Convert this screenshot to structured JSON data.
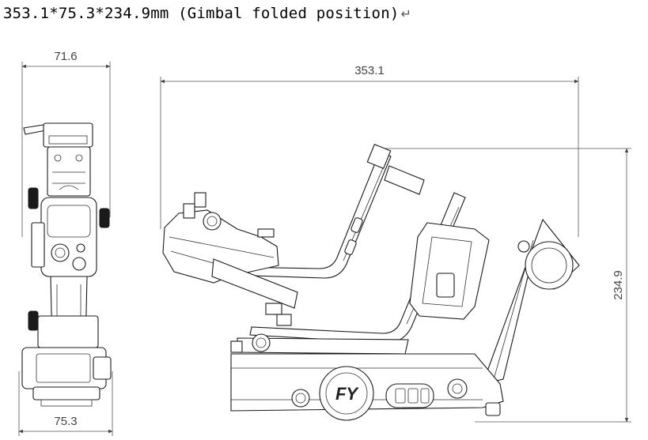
{
  "caption": {
    "text": "353.1*75.3*234.9mm (Gimbal folded position)",
    "return_icon": "return-arrow-icon"
  },
  "dimensions": {
    "side_top_width": "71.6",
    "side_bottom_width": "75.3",
    "front_length": "353.1",
    "front_height": "234.9"
  },
  "logo": {
    "text": "FY"
  }
}
